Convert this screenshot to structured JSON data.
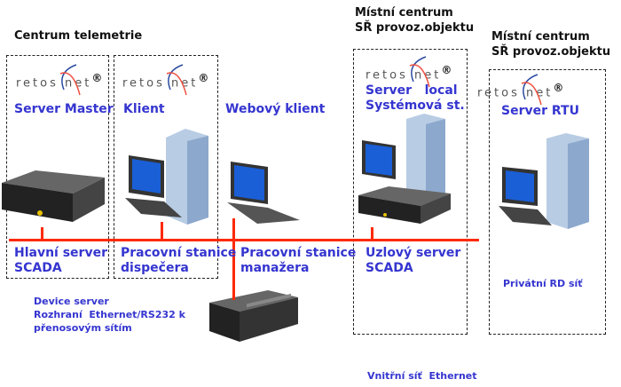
{
  "groups": {
    "telemetry_title": "Centrum telemetrie",
    "local1_title": [
      "Místní centrum",
      "SŘ provoz.objektu"
    ],
    "local2_title": [
      "Místní centrum",
      "SŘ provoz.objektu"
    ]
  },
  "logo_text": "retos net",
  "logo_mark": "®",
  "nodes": {
    "server_master": "Server Master",
    "klient": "Klient",
    "webovy_klient": "Webový klient",
    "server_local": [
      "Server   local",
      "Systémová st."
    ],
    "server_rtu": "Server RTU",
    "hlavni_server": [
      "Hlavní server",
      "SCADA"
    ],
    "pracovni_dispecera": [
      "Pracovní stanice",
      "dispečera"
    ],
    "pracovni_manazera": [
      "Pracovní stanice",
      "manažera"
    ],
    "uzlovy_server": [
      "Uzlový server",
      "SCADA"
    ],
    "privatni_rd": "Privátní RD síť",
    "device_server": [
      "Device server",
      "Rozhraní  Ethernet/RS232 k",
      "přenosovým sítím"
    ],
    "ethernet": "Vnitřní síť  Ethernet"
  },
  "colors": {
    "network": "#ff2a00",
    "label": "#3535d0"
  }
}
